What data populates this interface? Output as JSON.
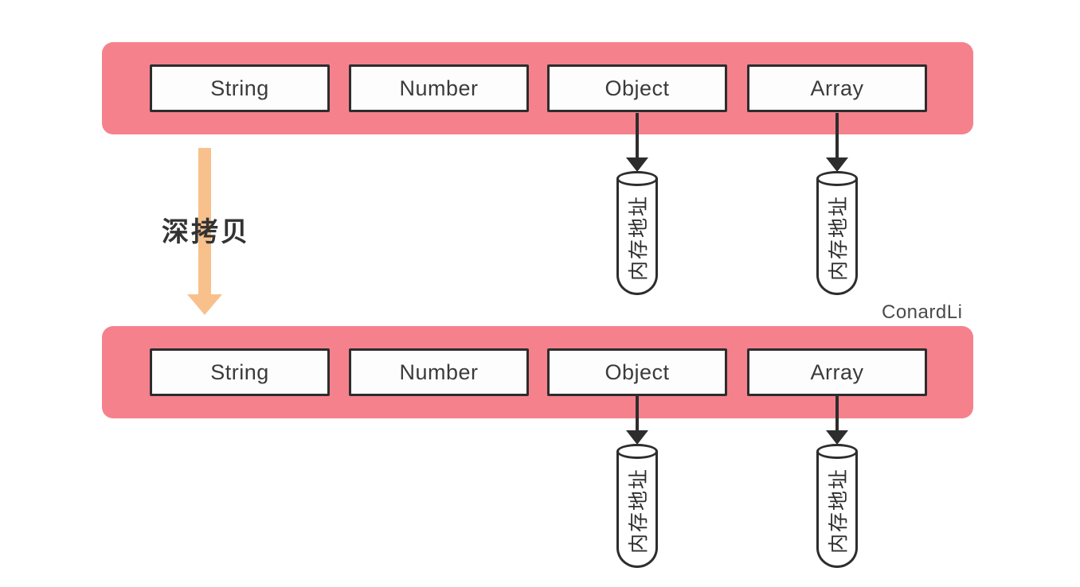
{
  "colors": {
    "pink": "#F5818D",
    "orange": "#F8C18C",
    "ink": "#2D2D2D",
    "text": "#3B3B3B"
  },
  "labels": {
    "deep_copy": "深拷贝",
    "watermark": "ConardLi",
    "memory_address": "内存地址"
  },
  "rows": [
    {
      "id": "source",
      "boxes": [
        "String",
        "Number",
        "Object",
        "Array"
      ]
    },
    {
      "id": "result",
      "boxes": [
        "String",
        "Number",
        "Object",
        "Array"
      ]
    }
  ]
}
